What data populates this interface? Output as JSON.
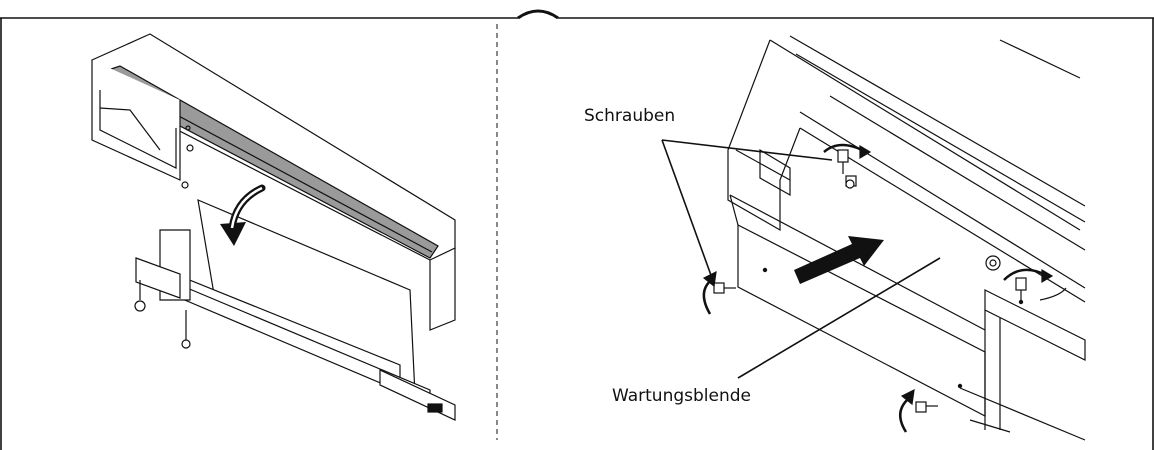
{
  "figure": {
    "left_panel": {
      "description_icon": "printer-cover-open-arrow"
    },
    "right_panel": {
      "labels": {
        "screws": "Schrauben",
        "maintenance_cover": "Wartungsblende"
      }
    }
  },
  "colors": {
    "line": "#111111",
    "fill_gray": "#9a9a9a",
    "background": "#ffffff"
  }
}
